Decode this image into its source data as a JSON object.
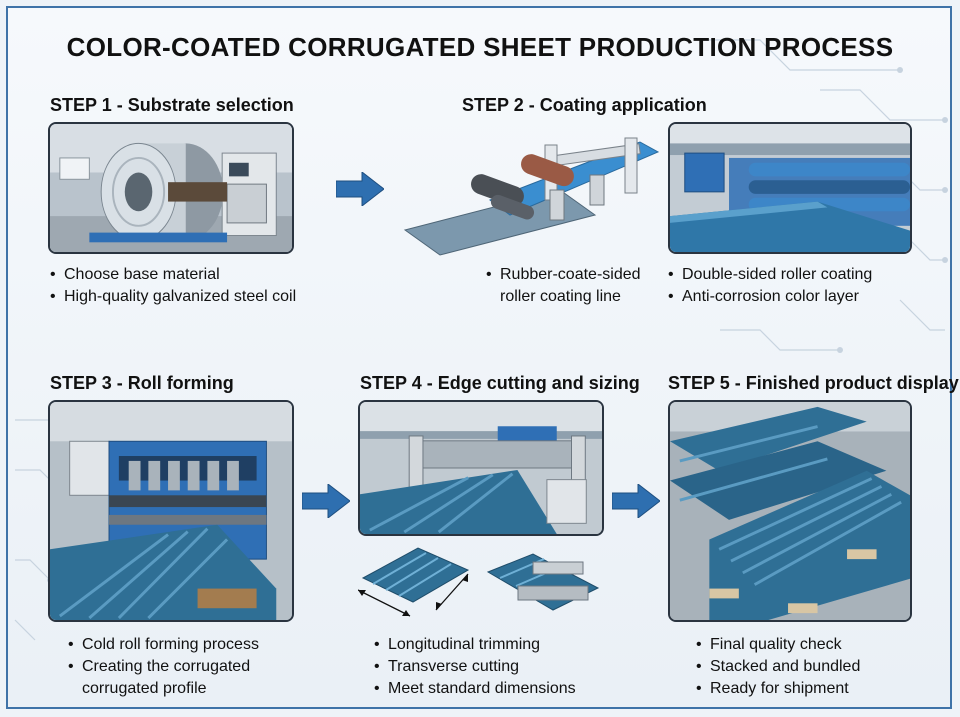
{
  "title": "COLOR-COATED CORRUGATED SHEET PRODUCTION PROCESS",
  "steps": [
    {
      "heading": "STEP 1 - Substrate selection",
      "bullets": [
        "Choose base material",
        "High-quality galvanized steel coil"
      ],
      "image_icon": "steel-coil-photo"
    },
    {
      "heading": "STEP 2 - Coating application",
      "bullets_left": [
        "Rubber-coate-sided",
        "roller coating line"
      ],
      "bullets_right": [
        "Double-sided roller coating",
        "Anti-corrosion color layer"
      ],
      "image_icon": "roller-coating-line"
    },
    {
      "heading": "STEP 3 - Roll forming",
      "bullets": [
        "Cold roll forming process",
        "Creating the corrugated",
        "corrugated profile"
      ],
      "image_icon": "roll-forming-machine-photo"
    },
    {
      "heading": "STEP 4 - Edge cutting and sizing",
      "bullets": [
        "Longitudinal trimming",
        "Transverse cutting",
        "Meet standard dimensions"
      ],
      "image_icon": "cutting-machine-photo"
    },
    {
      "heading": "STEP 5 - Finished product display",
      "bullets": [
        "Final quality check",
        "Stacked and bundled",
        "Ready for shipment"
      ],
      "image_icon": "stacked-sheets-photo"
    }
  ],
  "colors": {
    "accent": "#2e6fb0",
    "sheet_blue": "#2f6f95",
    "machine_blue": "#2f6fb5",
    "border": "#3f73a8"
  }
}
